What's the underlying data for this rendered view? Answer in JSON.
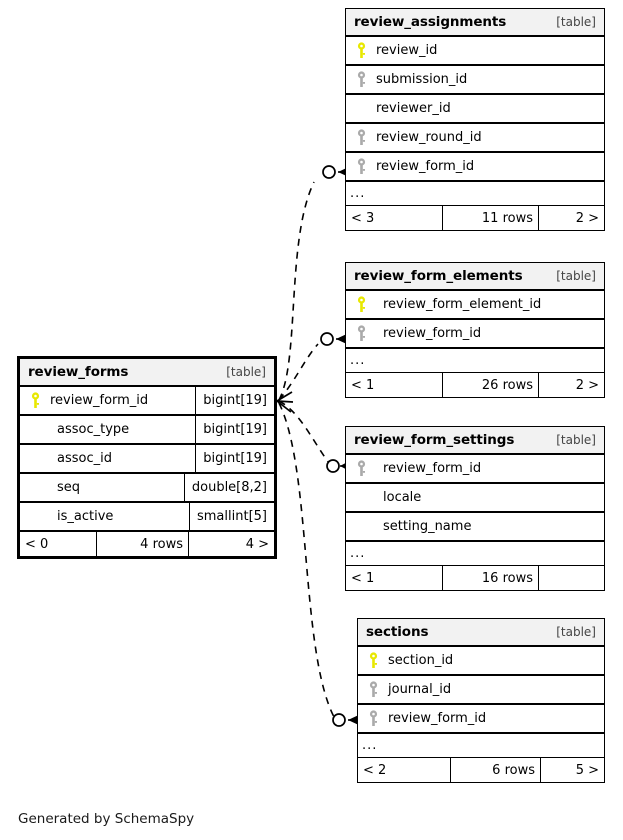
{
  "diagram": {
    "generator_note": "Generated by SchemaSpy",
    "kind_label": "[table]",
    "ellipsis": "...",
    "colors": {
      "primary_key": "#e8e800",
      "foreign_key": "#aaaaaa",
      "header_bg": "#f2f2f2",
      "border": "#000000",
      "edge": "#000000"
    }
  },
  "tables": {
    "review_assignments": {
      "name": "review_assignments",
      "kind": "[table]",
      "columns": [
        {
          "label": "review_id",
          "key": "primary"
        },
        {
          "label": "submission_id",
          "key": "foreign"
        },
        {
          "label": "reviewer_id",
          "key": "none"
        },
        {
          "label": "review_round_id",
          "key": "foreign"
        },
        {
          "label": "review_form_id",
          "key": "foreign"
        }
      ],
      "has_ellipsis": true,
      "footer": {
        "left": "< 3",
        "middle": "11 rows",
        "right": "2 >"
      }
    },
    "review_form_elements": {
      "name": "review_form_elements",
      "kind": "[table]",
      "columns": [
        {
          "label": "review_form_element_id",
          "key": "primary"
        },
        {
          "label": "review_form_id",
          "key": "foreign"
        }
      ],
      "has_ellipsis": true,
      "footer": {
        "left": "< 1",
        "middle": "26 rows",
        "right": "2 >"
      }
    },
    "review_forms": {
      "name": "review_forms",
      "kind": "[table]",
      "is_main": true,
      "columns": [
        {
          "label": "review_form_id",
          "key": "primary",
          "type": "bigint[19]"
        },
        {
          "label": "assoc_type",
          "key": "none",
          "type": "bigint[19]"
        },
        {
          "label": "assoc_id",
          "key": "none",
          "type": "bigint[19]"
        },
        {
          "label": "seq",
          "key": "none",
          "type": "double[8,2]"
        },
        {
          "label": "is_active",
          "key": "none",
          "type": "smallint[5]"
        }
      ],
      "has_ellipsis": false,
      "footer": {
        "left": "< 0",
        "middle": "4 rows",
        "right": "4 >"
      }
    },
    "review_form_settings": {
      "name": "review_form_settings",
      "kind": "[table]",
      "columns": [
        {
          "label": "review_form_id",
          "key": "foreign"
        },
        {
          "label": "locale",
          "key": "none"
        },
        {
          "label": "setting_name",
          "key": "none"
        }
      ],
      "has_ellipsis": true,
      "footer": {
        "left": "< 1",
        "middle": "16 rows",
        "right": ""
      }
    },
    "sections": {
      "name": "sections",
      "kind": "[table]",
      "columns": [
        {
          "label": "section_id",
          "key": "primary"
        },
        {
          "label": "journal_id",
          "key": "foreign"
        },
        {
          "label": "review_form_id",
          "key": "foreign"
        }
      ],
      "has_ellipsis": true,
      "footer": {
        "left": "< 2",
        "middle": "6 rows",
        "right": "5 >"
      }
    }
  },
  "relationships": [
    {
      "from": "review_forms",
      "to": "review_assignments",
      "from_column": "review_form_id",
      "to_column": "review_form_id"
    },
    {
      "from": "review_forms",
      "to": "review_form_elements",
      "from_column": "review_form_id",
      "to_column": "review_form_id"
    },
    {
      "from": "review_forms",
      "to": "review_form_settings",
      "from_column": "review_form_id",
      "to_column": "review_form_id"
    },
    {
      "from": "review_forms",
      "to": "sections",
      "from_column": "review_form_id",
      "to_column": "review_form_id"
    }
  ]
}
